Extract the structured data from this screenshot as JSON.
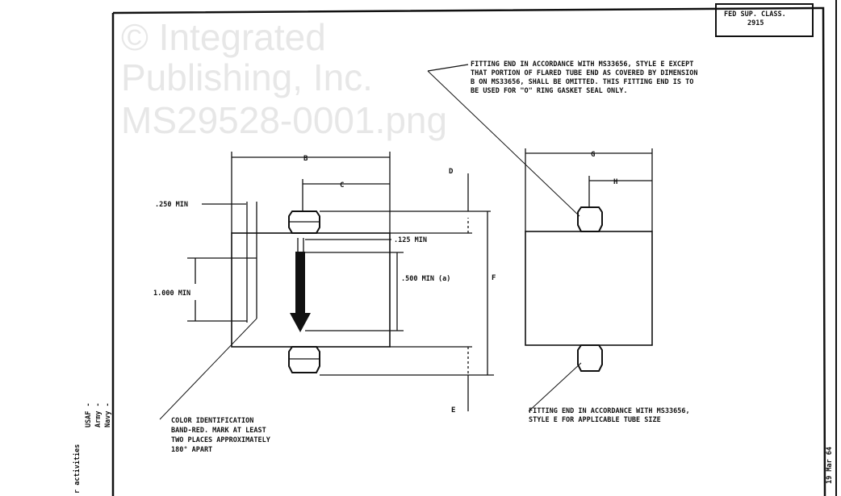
{
  "title_block": {
    "line1": "FED SUP. CLASS.",
    "line2": "2915"
  },
  "watermark": {
    "line1": "© Integrated",
    "line2": "Publishing, Inc.",
    "line3": "MS29528-0001.png"
  },
  "notes": {
    "top_fitting": [
      "FITTING END IN ACCORDANCE WITH MS33656, STYLE E EXCEPT",
      "THAT PORTION OF FLARED TUBE END AS COVERED BY DIMENSION",
      "B ON MS33656, SHALL BE OMITTED.  THIS FITTING END IS TO",
      "BE USED FOR \"O\" RING GASKET SEAL ONLY."
    ],
    "bottom_fitting": [
      "FITTING END IN ACCORDANCE WITH MS33656,",
      "STYLE E FOR APPLICABLE TUBE SIZE"
    ],
    "color_band": [
      "COLOR IDENTIFICATION",
      "BAND-RED.  MARK AT LEAST",
      "TWO PLACES APPROXIMATELY",
      "180° APART"
    ]
  },
  "dimensions": {
    "b": "B",
    "c": "C",
    "d": "D",
    "e": "E",
    "f": "F",
    "g": "G",
    "h": "H",
    "min_250": ".250 MIN",
    "min_125": ".125 MIN",
    "min_1000": "1.000 MIN",
    "min_500": ".500 MIN (a)"
  },
  "margin_text": {
    "activities": "r activities",
    "usaf": "USAF -",
    "army": "Army -",
    "navy": "Navy -",
    "date": "19 Mar 64"
  }
}
